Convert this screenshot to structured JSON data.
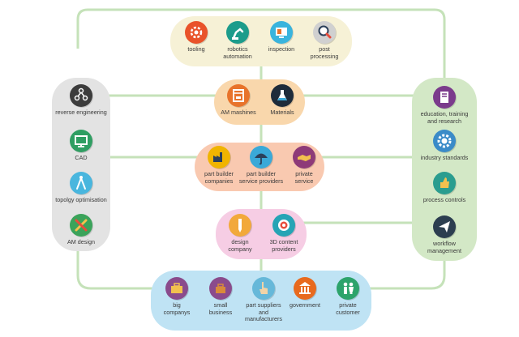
{
  "colors": {
    "connector": "#c5e2b9",
    "top_group": "#f6f1d6",
    "left_group": "#e3e3e3",
    "right_group": "#d3e8c6",
    "am_group": "#f9d7ac",
    "builders_group": "#f9c9b0",
    "design_group": "#f6cde4",
    "bottom_group": "#bfe3f4"
  },
  "groups": {
    "top": [
      {
        "label": "tooling",
        "icon": "gear-icon",
        "color": "#e9532a"
      },
      {
        "label": "robotics\nautomation",
        "icon": "robot-arm-icon",
        "color": "#1c9c8b"
      },
      {
        "label": "inspection",
        "icon": "inspection-screen-icon",
        "color": "#39b4dd"
      },
      {
        "label": "post\nprocessing",
        "icon": "magnifier-icon",
        "color": "#d0d0d0"
      }
    ],
    "left": [
      {
        "label": "reverse engineering",
        "icon": "network-nodes-icon",
        "color": "#3c3c3c"
      },
      {
        "label": "CAD",
        "icon": "monitor-icon",
        "color": "#2f9e62"
      },
      {
        "label": "topolgy optimisation",
        "icon": "compass-icon",
        "color": "#49b6de"
      },
      {
        "label": "AM design",
        "icon": "tools-icon",
        "color": "#3ba35a"
      }
    ],
    "right": [
      {
        "label": "education, training\nand research",
        "icon": "book-icon",
        "color": "#7b3b8c"
      },
      {
        "label": "industry standards",
        "icon": "cog-badge-icon",
        "color": "#3a8bc8"
      },
      {
        "label": "process controls",
        "icon": "thumbs-up-icon",
        "color": "#2a9d8f"
      },
      {
        "label": "workflow\nmanagement",
        "icon": "paper-plane-icon",
        "color": "#2c3e50"
      }
    ],
    "am": [
      {
        "label": "AM mashines",
        "icon": "printer-3d-icon",
        "color": "#e8732b"
      },
      {
        "label": "Materials",
        "icon": "flask-icon",
        "color": "#1e2b3a"
      }
    ],
    "builders": [
      {
        "label": "part builder\ncompanies",
        "icon": "factory-icon",
        "color": "#f0b400"
      },
      {
        "label": "part builder\nservice providers",
        "icon": "umbrella-icon",
        "color": "#3aa9d8"
      },
      {
        "label": "private\nservice",
        "icon": "handshake-icon",
        "color": "#8e3a78"
      }
    ],
    "design": [
      {
        "label": "design\ncompany",
        "icon": "pencil-icon",
        "color": "#f2a93b"
      },
      {
        "label": "3D content\nproviders",
        "icon": "target-icon",
        "color": "#26a4b5"
      }
    ],
    "bottom": [
      {
        "label": "big\ncompanys",
        "icon": "briefcase-icon",
        "color": "#8a4b8c"
      },
      {
        "label": "small\nbusiness",
        "icon": "bag-icon",
        "color": "#8a4b8c"
      },
      {
        "label": "part suppliers\nand\nmanufacturers",
        "icon": "hand-pointer-icon",
        "color": "#66b8d9"
      },
      {
        "label": "government",
        "icon": "building-columns-icon",
        "color": "#e86a1e"
      },
      {
        "label": "private\ncustomer",
        "icon": "people-icon",
        "color": "#2ca36b"
      }
    ]
  }
}
